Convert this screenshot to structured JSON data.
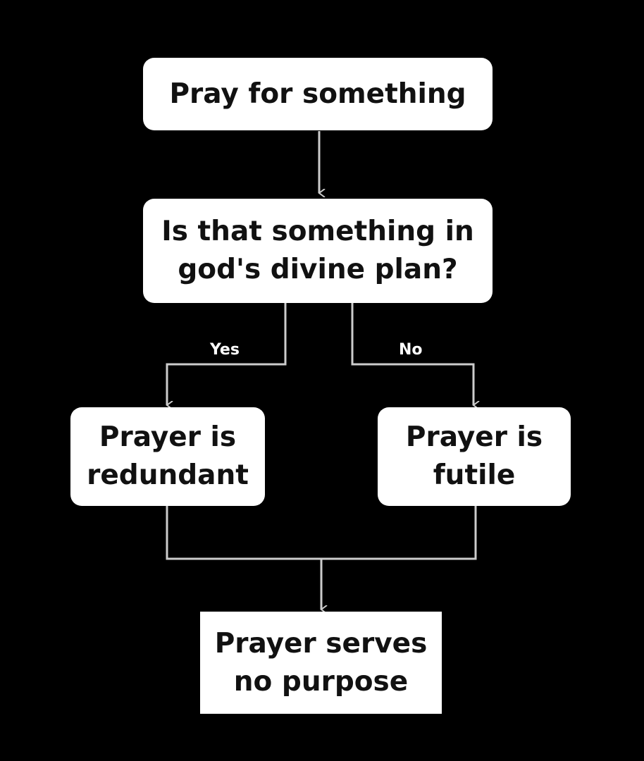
{
  "nodes": {
    "start": "Pray for something",
    "question_line1": "Is that something in",
    "question_line2": "god's divine plan?",
    "redundant_line1": "Prayer is",
    "redundant_line2": "redundant",
    "futile_line1": "Prayer is",
    "futile_line2": "futile",
    "result_line1": "Prayer serves",
    "result_line2": "no purpose"
  },
  "edges": {
    "yes": "Yes",
    "no": "No"
  }
}
